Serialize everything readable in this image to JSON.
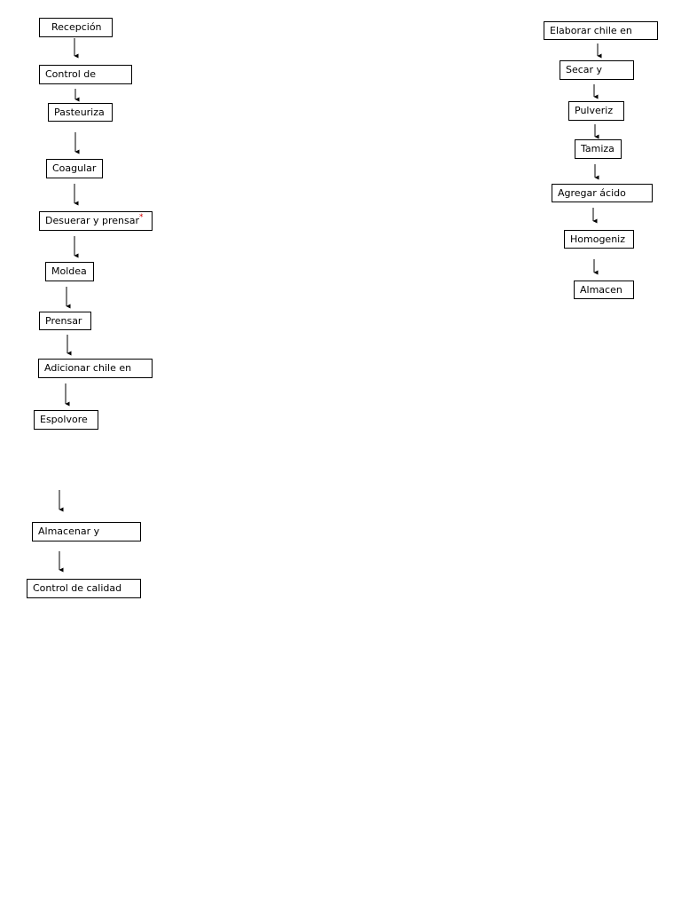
{
  "left_steps": [
    {
      "id": "recepcion",
      "label": "Recepción"
    },
    {
      "id": "control-de",
      "label": "Control de"
    },
    {
      "id": "pasteuriza",
      "label": "Pasteuriza"
    },
    {
      "id": "coagular",
      "label": "Coagular"
    },
    {
      "id": "desuerar",
      "label": "Desuerar y prensar",
      "mark": "*"
    },
    {
      "id": "moldea",
      "label": "Moldea"
    },
    {
      "id": "prensar",
      "label": "Prensar"
    },
    {
      "id": "adicionar",
      "label": "Adicionar chile en"
    },
    {
      "id": "espolvore",
      "label": "Espolvore"
    },
    {
      "id": "almacenar",
      "label": "Almacenar y"
    },
    {
      "id": "control-calidad",
      "label": "Control de calidad"
    }
  ],
  "right_steps": [
    {
      "id": "elaborar",
      "label": "Elaborar chile en"
    },
    {
      "id": "secar",
      "label": "Secar y"
    },
    {
      "id": "pulveriz",
      "label": "Pulveriz"
    },
    {
      "id": "tamiza",
      "label": "Tamiza"
    },
    {
      "id": "agregar",
      "label": "Agregar ácido"
    },
    {
      "id": "homogeniz",
      "label": "Homogeniz"
    },
    {
      "id": "almacen",
      "label": "Almacen"
    }
  ],
  "colors": {
    "stroke": "#000000",
    "mark": "#d40000",
    "background": "#ffffff"
  }
}
